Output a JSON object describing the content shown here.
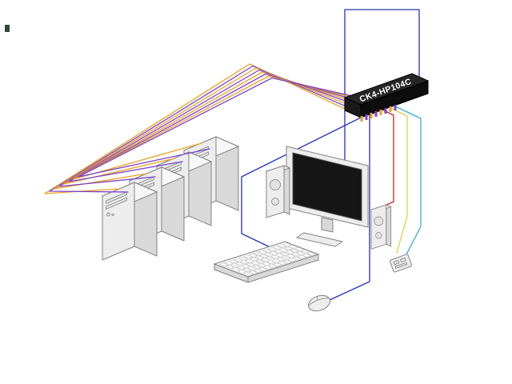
{
  "kvm_switch": {
    "label": "CK4-HP104C"
  },
  "components": {
    "kvm_switch": "kvm-switch",
    "computers": [
      "computer-1",
      "computer-2",
      "computer-3",
      "computer-4"
    ],
    "monitor": "monitor",
    "speaker_left": "speaker-left",
    "speaker_right": "speaker-right",
    "keyboard": "keyboard",
    "mouse": "mouse",
    "remote": "wired-remote"
  },
  "colors": {
    "screen": "#161616",
    "switch_top": "#262626",
    "switch_front": "#0d0d0d",
    "switch_side": "#1a1a1a",
    "label_text": "#ffffff",
    "cable_blue": "#2233bb",
    "cable_purple": "#7a44cc",
    "cable_orange": "#f0a01e",
    "cable_red": "#cc2020",
    "cable_yellow": "#e2cf49",
    "cable_teal": "#3aabc8",
    "corner_mark": "#2d4a3a"
  },
  "cables": [
    {
      "name": "pc-video-cables",
      "color": "#f0a01e",
      "count": 4
    },
    {
      "name": "pc-usb-cables",
      "color": "#7a44cc",
      "count": 4
    },
    {
      "name": "switch-to-monitor",
      "color": "#2233bb",
      "count": 1
    },
    {
      "name": "switch-to-keyboard",
      "color": "#2233bb",
      "count": 1
    },
    {
      "name": "switch-to-mouse",
      "color": "#2233bb",
      "count": 1
    },
    {
      "name": "switch-to-speaker",
      "color": "#cc2020",
      "count": 1
    },
    {
      "name": "switch-to-remote-a",
      "color": "#e2cf49",
      "count": 1
    },
    {
      "name": "switch-to-remote-b",
      "color": "#3aabc8",
      "count": 1
    }
  ]
}
